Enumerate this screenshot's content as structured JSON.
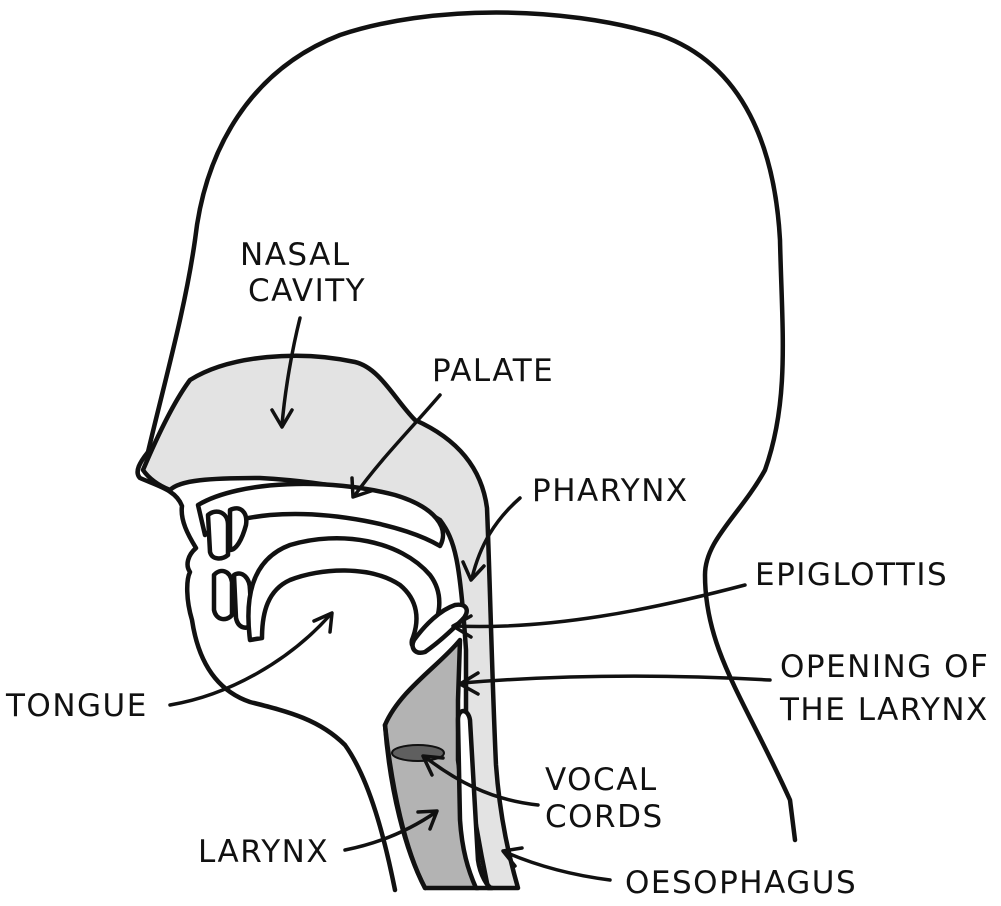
{
  "colors": {
    "airway_fill": "#e3e3e3",
    "larynx_fill": "#b3b3b3",
    "vocal_cords_fill": "#5f5f5f",
    "outline": "#111111",
    "background": "#ffffff"
  },
  "labels": {
    "nasal_cavity_line1": "NASAL",
    "nasal_cavity_line2": "CAVITY",
    "palate": "PALATE",
    "pharynx": "PHARYNX",
    "epiglottis": "EPIGLOTTIS",
    "opening_line1": "OPENING OF",
    "opening_line2": "THE LARYNX",
    "tongue": "TONGUE",
    "vocal_cords_line1": "VOCAL",
    "vocal_cords_line2": "CORDS",
    "larynx": "LARYNX",
    "oesophagus": "OESOPHAGUS"
  }
}
